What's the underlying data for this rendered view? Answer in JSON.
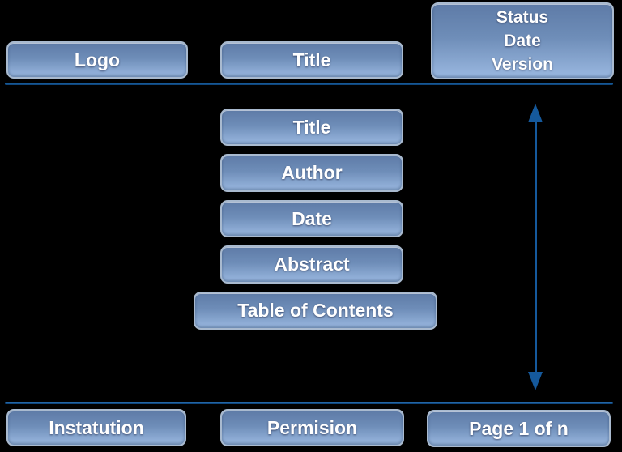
{
  "top_row": {
    "logo_label": "Logo",
    "title_label": "Title",
    "status_label": "Status\nDate\nVersion"
  },
  "middle_column": {
    "items": [
      {
        "label": "Title"
      },
      {
        "label": "Author"
      },
      {
        "label": "Date"
      },
      {
        "label": "Abstract"
      },
      {
        "label": "Table of Contents"
      }
    ]
  },
  "bottom_row": {
    "institution_label": "Instatution",
    "permission_label": "Permision",
    "page_label": "Page 1 of n"
  },
  "colors": {
    "background": "#000000",
    "box_top": "#5e7ba7",
    "box_bottom": "#9ab8e0",
    "box_border": "#a9bacf",
    "rule": "#12538f",
    "arrow": "#15599c",
    "text": "#ffffff"
  }
}
